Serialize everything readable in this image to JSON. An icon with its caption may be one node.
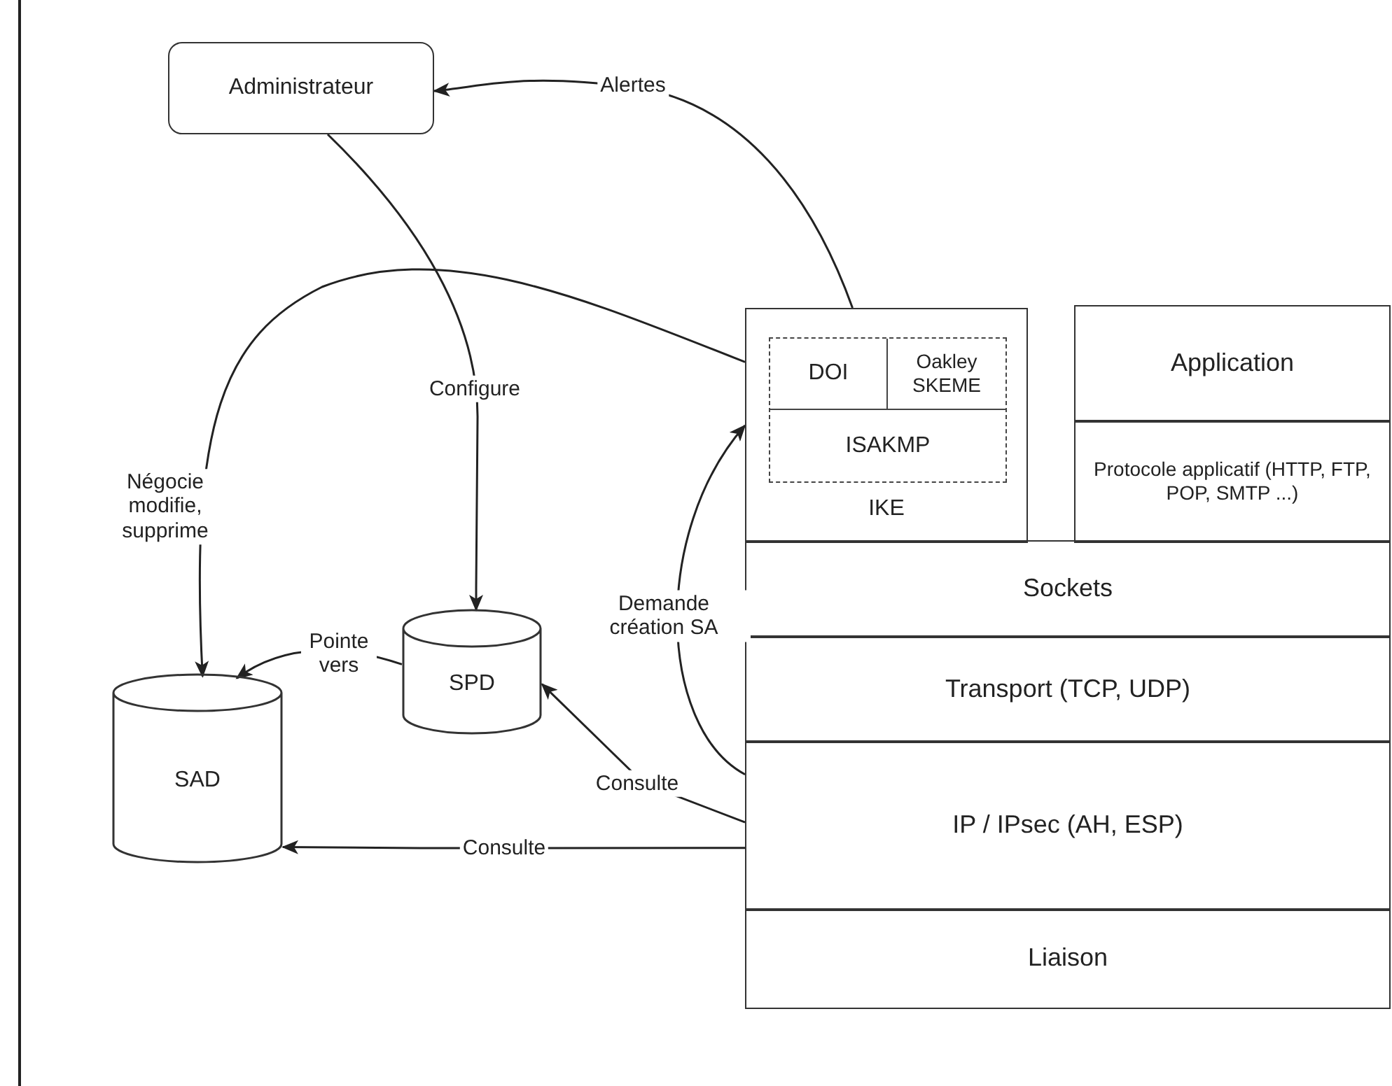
{
  "diagram": {
    "nodes": [
      {
        "text": [
          "Administrateur"
        ]
      },
      {
        "text": [
          "IKE"
        ]
      },
      {
        "text": [],
        "shape": "box",
        "in": 1
      },
      {
        "text": [
          "DOI"
        ],
        "in": 2
      },
      {
        "text": [
          "Oakley SKEME"
        ],
        "in": 2
      },
      {
        "text": [
          "ISAKMP"
        ],
        "in": 2
      },
      {
        "text": [
          "Application"
        ]
      },
      {
        "text": [
          "Protocole applicatif (HTTP, FTP, POP, SMTP ...)"
        ]
      },
      {
        "text": [
          "Sockets"
        ]
      },
      {
        "text": [
          "Transport (TCP, UDP)"
        ]
      },
      {
        "text": [
          "IP / IPsec (AH, ESP)"
        ]
      },
      {
        "text": [
          "Liaison"
        ]
      },
      {
        "text": [
          "SPD"
        ]
      },
      {
        "text": [
          "SAD"
        ]
      }
    ],
    "edges": [
      {
        "from": 1,
        "to": 0,
        "arrow": "to",
        "label": "Alertes"
      },
      {
        "from": 0,
        "to": 12,
        "arrow": "to",
        "label": "Configure"
      },
      {
        "from": 1,
        "to": 13,
        "arrow": "to",
        "label": "Négocie modifie, supprime"
      },
      {
        "from": 12,
        "to": 13,
        "arrow": "to",
        "label": "Pointe vers"
      },
      {
        "from": 10,
        "to": 1,
        "arrow": "to",
        "label": "Demande création SA"
      },
      {
        "from": 10,
        "to": 12,
        "arrow": "to",
        "label": "Consulte"
      },
      {
        "from": 10,
        "to": 13,
        "arrow": "to",
        "label": "Consulte"
      }
    ]
  }
}
